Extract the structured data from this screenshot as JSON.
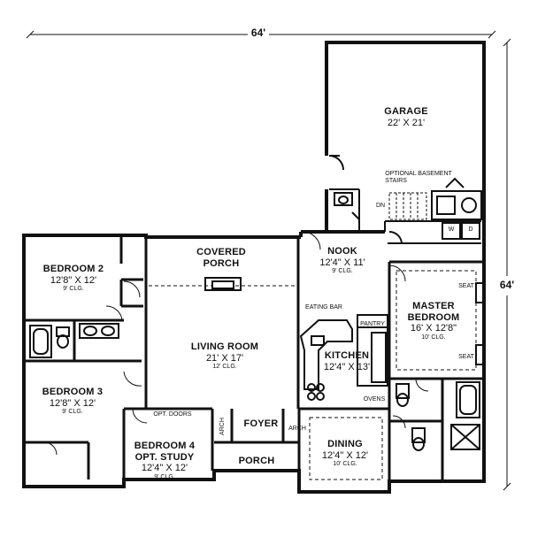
{
  "overall": {
    "width_label": "64'",
    "depth_label": "64'"
  },
  "rooms": {
    "garage": {
      "name": "GARAGE",
      "size": "22' X 21'"
    },
    "nook": {
      "name": "NOOK",
      "size": "12'4\" X 11'",
      "ceiling": "9' CLG."
    },
    "covered_porch": {
      "name": "COVERED PORCH"
    },
    "bedroom2": {
      "name": "BEDROOM 2",
      "size": "12'8\" X 12'",
      "ceiling": "9' CLG."
    },
    "living_room": {
      "name": "LIVING ROOM",
      "size": "21' X 17'",
      "ceiling": "12' CLG."
    },
    "kitchen": {
      "name": "KITCHEN",
      "size": "12'4\" X 13'"
    },
    "master_bedroom": {
      "name_line1": "MASTER",
      "name_line2": "BEDROOM",
      "size": "16' X 12'8\"",
      "ceiling": "10' CLG."
    },
    "bedroom3": {
      "name": "BEDROOM 3",
      "size": "12'8\" X 12'",
      "ceiling": "9' CLG."
    },
    "bedroom4": {
      "name_line1": "BEDROOM 4",
      "name_line2": "OPT. STUDY",
      "size": "12'4\" X 12'",
      "ceiling": "9' CLG."
    },
    "foyer": {
      "name": "FOYER"
    },
    "porch": {
      "name": "PORCH"
    },
    "dining": {
      "name": "DINING",
      "size": "12'4\" X 12'",
      "ceiling": "10' CLG."
    }
  },
  "annotations": {
    "basement_stairs_line1": "OPTIONAL BASEMENT",
    "basement_stairs_line2": "STAIRS",
    "dn": "DN",
    "washer": "W",
    "dryer": "D",
    "eating_bar": "EATING BAR",
    "pantry": "PANTRY",
    "ovens": "OVENS",
    "seat_upper": "SEAT",
    "seat_lower": "SEAT",
    "opt_doors": "OPT. DOORS",
    "arch_left": "ARCH",
    "arch_right": "ARCH"
  }
}
